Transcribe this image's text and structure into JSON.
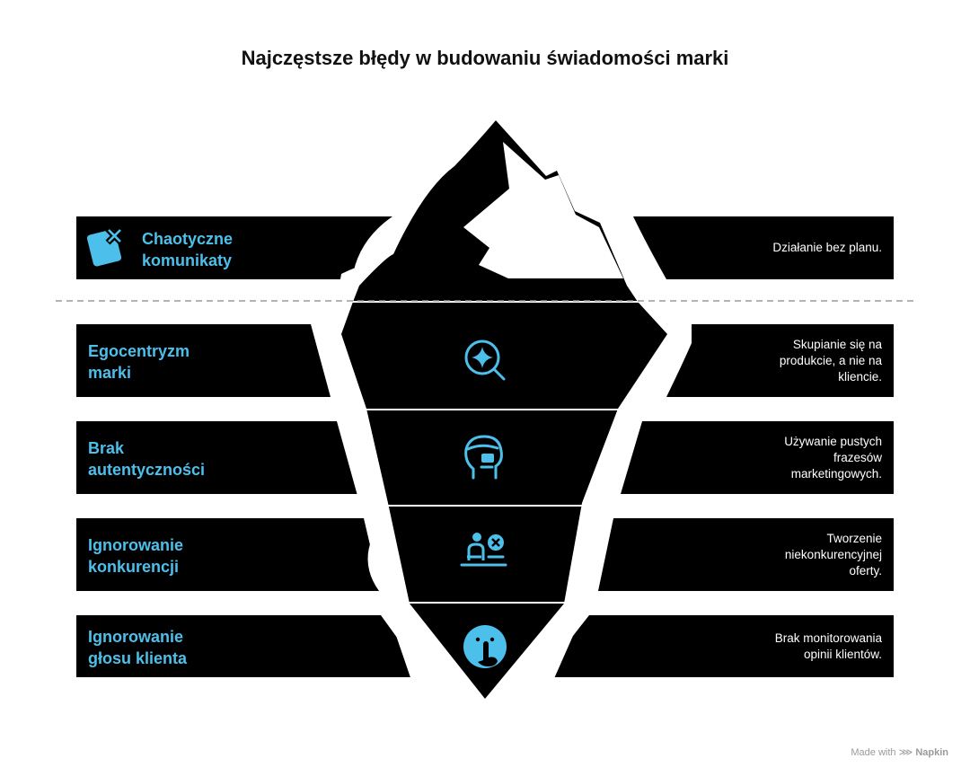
{
  "title": "Najczęstsze błędy w budowaniu świadomości marki",
  "rows": [
    {
      "label": "Chaotyczne\nkomunikaty",
      "description": "Działanie bez planu.",
      "icon": "chaotic-message-icon"
    },
    {
      "label": "Egocentryzm\nmarki",
      "description": "Skupianie się na\nprodukcie, a nie na\nkliencie.",
      "icon": "magnifier-star-icon"
    },
    {
      "label": "Brak\nautentyczności",
      "description": "Używanie pustych\nfrazesów\nmarketingowych.",
      "icon": "masked-head-icon"
    },
    {
      "label": "Ignorowanie\nkonkurencji",
      "description": "Tworzenie\nniekonkurencyjnej\noferty.",
      "icon": "competitor-ignore-icon"
    },
    {
      "label": "Ignorowanie\ngłosu klienta",
      "description": "Brak monitorowania\nopinii klientów.",
      "icon": "silence-finger-icon"
    }
  ],
  "colors": {
    "accent": "#4cc0ea",
    "dark": "#000000",
    "background": "#ffffff"
  },
  "footer": {
    "prefix": "Made with",
    "brand": "Napkin"
  }
}
